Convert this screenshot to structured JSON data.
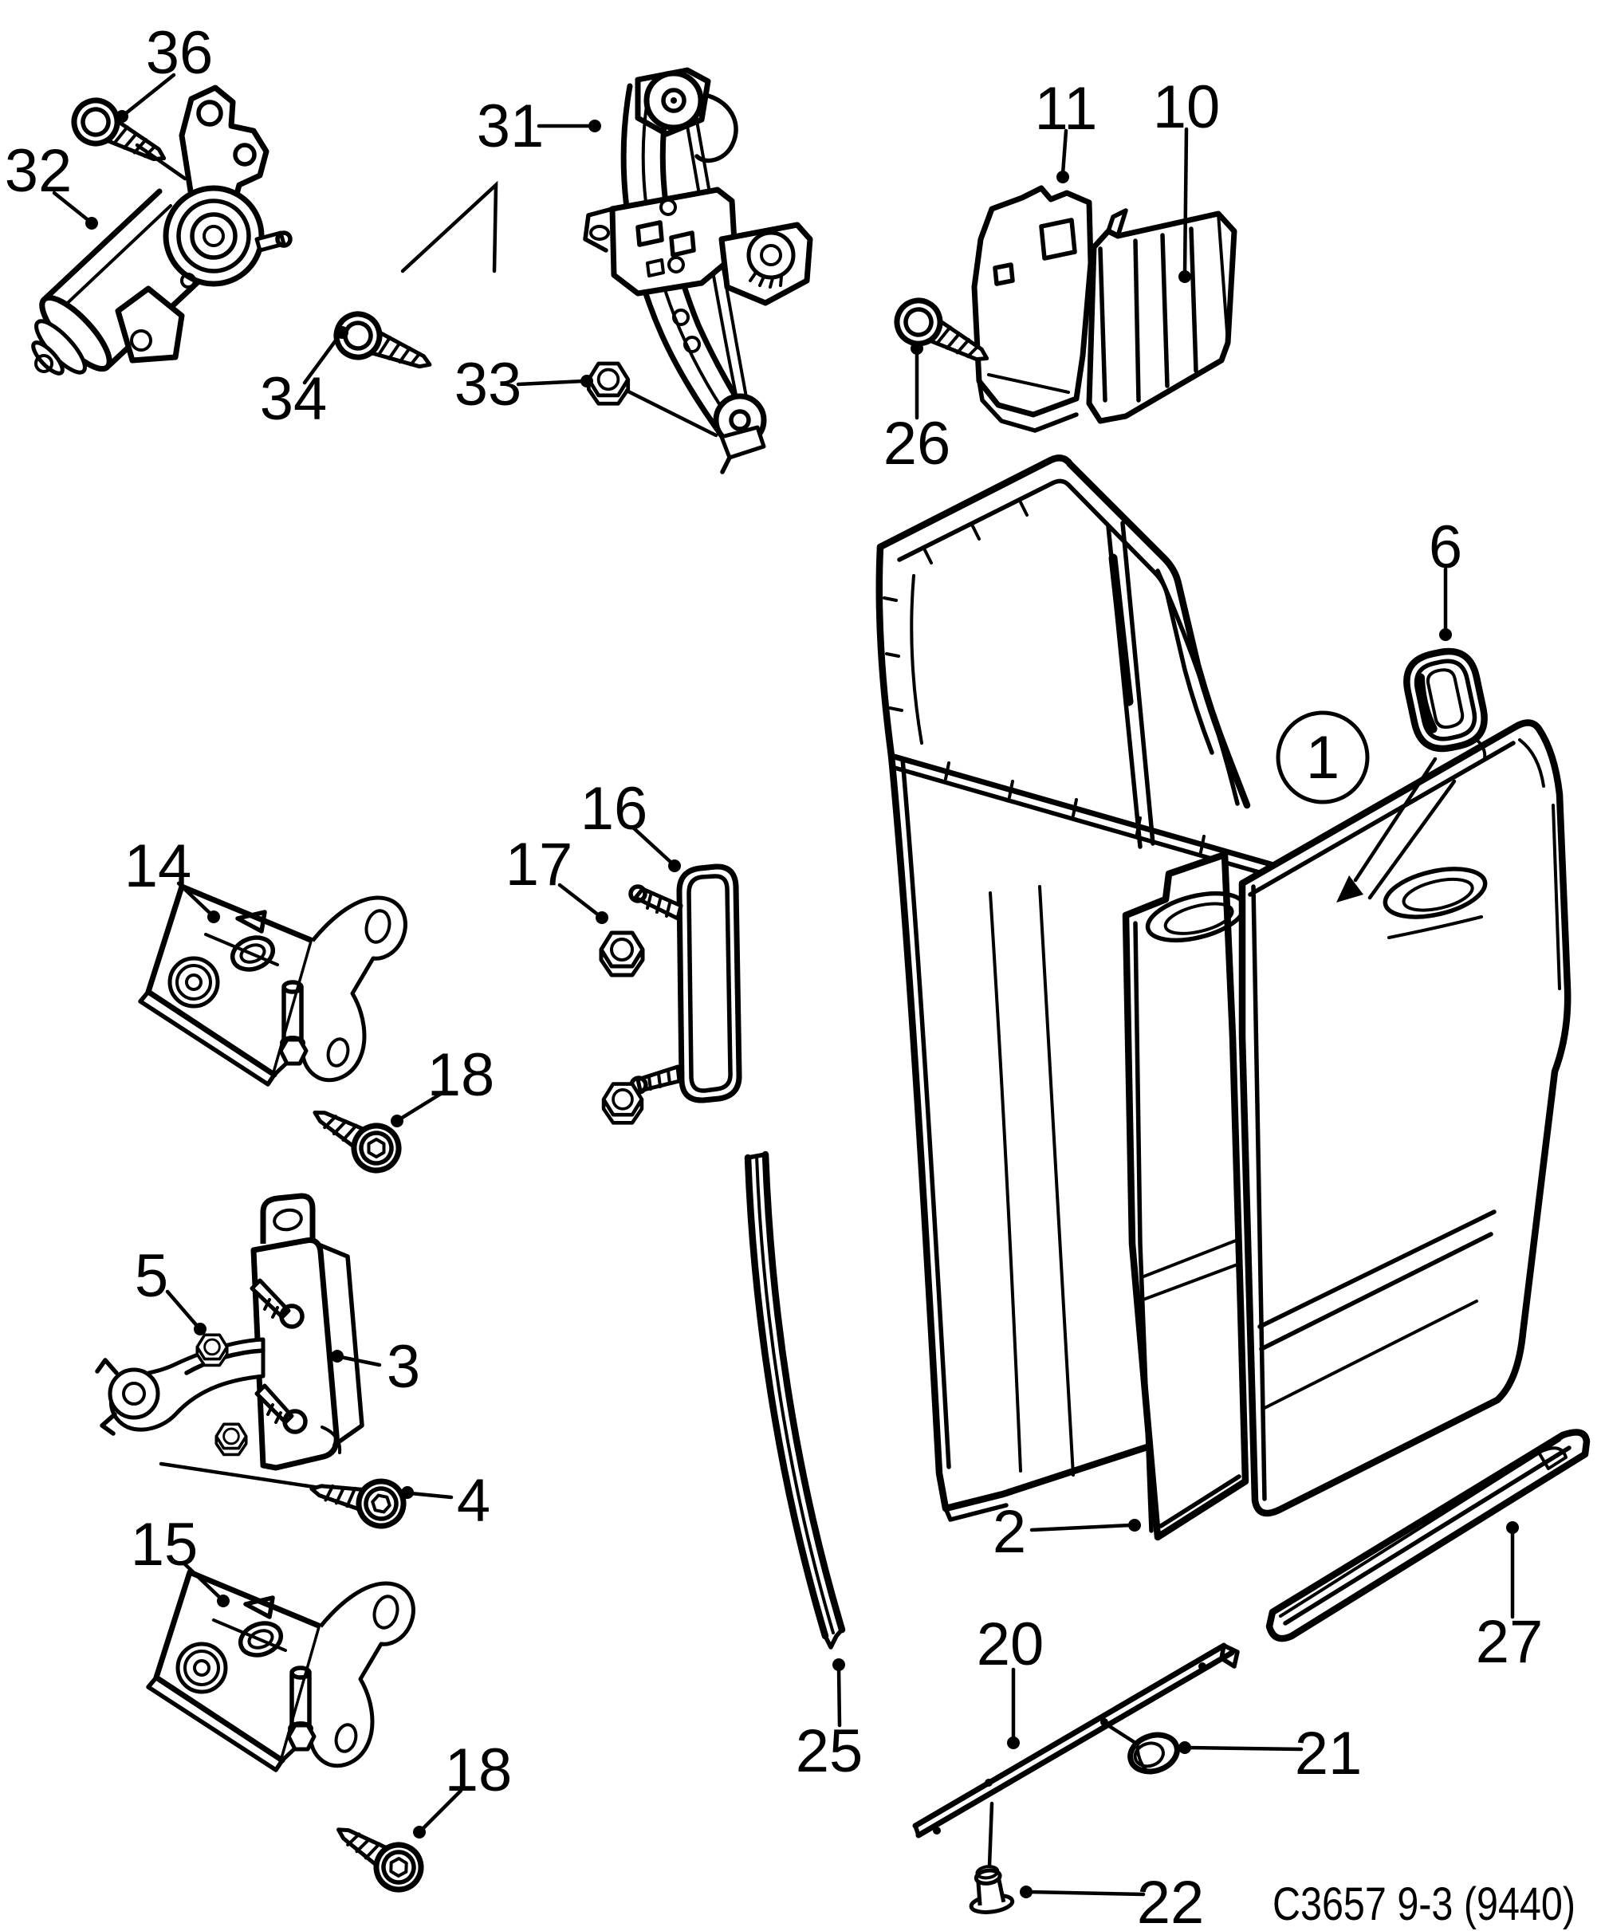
{
  "figure": {
    "caption": "C3657 9-3 (9440)",
    "colors": {
      "ink": "#000000",
      "paper": "#ffffff"
    },
    "callouts": {
      "c1": "1",
      "c2": "2",
      "c3": "3",
      "c4": "4",
      "c5": "5",
      "c6": "6",
      "c10": "10",
      "c11": "11",
      "c14": "14",
      "c15": "15",
      "c16": "16",
      "c17": "17",
      "c18": "18",
      "c20": "20",
      "c21": "21",
      "c22": "22",
      "c25": "25",
      "c26": "26",
      "c27": "27",
      "c31": "31",
      "c32": "32",
      "c33": "33",
      "c34": "34",
      "c36": "36"
    }
  }
}
